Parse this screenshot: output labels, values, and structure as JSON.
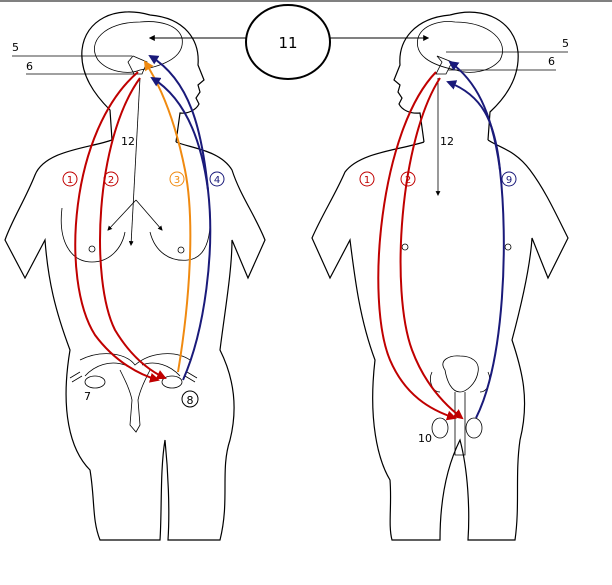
{
  "center": {
    "label": "11"
  },
  "female": {
    "labels": {
      "l5": "5",
      "l6": "6",
      "l7": "7",
      "l12": "12"
    },
    "hormones": [
      {
        "label": "1",
        "color": "#c00000"
      },
      {
        "label": "2",
        "color": "#c00000"
      },
      {
        "label": "3",
        "color": "#f08a10"
      },
      {
        "label": "4",
        "color": "#1a1a7a"
      }
    ],
    "gonad_label": "8"
  },
  "male": {
    "labels": {
      "l5": "5",
      "l6": "6",
      "l10": "10",
      "l12": "12"
    },
    "hormones": [
      {
        "label": "1",
        "color": "#c00000"
      },
      {
        "label": "2",
        "color": "#c00000"
      },
      {
        "label": "9",
        "color": "#1a1a7a"
      }
    ]
  },
  "colors": {
    "red": "#c00000",
    "orange": "#f08a10",
    "navy": "#1a1a7a"
  }
}
